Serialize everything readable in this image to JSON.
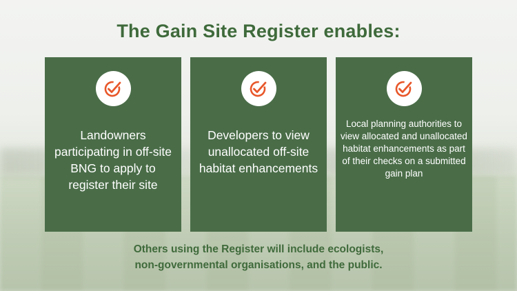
{
  "title": "The Gain Site Register enables:",
  "cards": [
    {
      "icon": "check-circle-icon",
      "text": "Landowners participating in off-site BNG to apply to register their site"
    },
    {
      "icon": "check-circle-icon",
      "text": "Developers to view unallocated off-site habitat enhancements"
    },
    {
      "icon": "check-circle-icon",
      "text": "Local planning authorities to view allocated and unallocated habitat enhancements as part of their checks on a submitted gain plan"
    }
  ],
  "footer": {
    "line1": "Others using the Register will include ecologists,",
    "line2": "non-governmental organisations, and the public."
  },
  "colors": {
    "card": "#4a6d48",
    "heading": "#3f6a3b",
    "icon_accent": "#e8572a"
  }
}
